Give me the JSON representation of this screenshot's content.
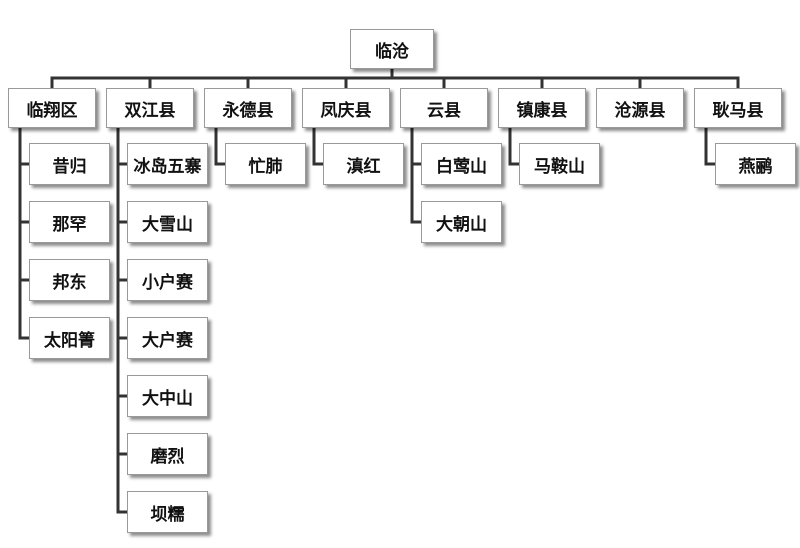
{
  "root": "临沧",
  "counties": [
    {
      "name": "临翔区",
      "children": [
        "昔归",
        "那罕",
        "邦东",
        "太阳箐"
      ]
    },
    {
      "name": "双江县",
      "children": [
        "冰岛五寨",
        "大雪山",
        "小户赛",
        "大户赛",
        "大中山",
        "磨烈",
        "坝糯"
      ]
    },
    {
      "name": "永德县",
      "children": [
        "忙肺"
      ]
    },
    {
      "name": "凤庆县",
      "children": [
        "滇红"
      ]
    },
    {
      "name": "云县",
      "children": [
        "白莺山",
        "大朝山"
      ]
    },
    {
      "name": "镇康县",
      "children": [
        "马鞍山"
      ]
    },
    {
      "name": "沧源县",
      "children": []
    },
    {
      "name": "耿马县",
      "children": [
        "燕鹂"
      ]
    }
  ]
}
